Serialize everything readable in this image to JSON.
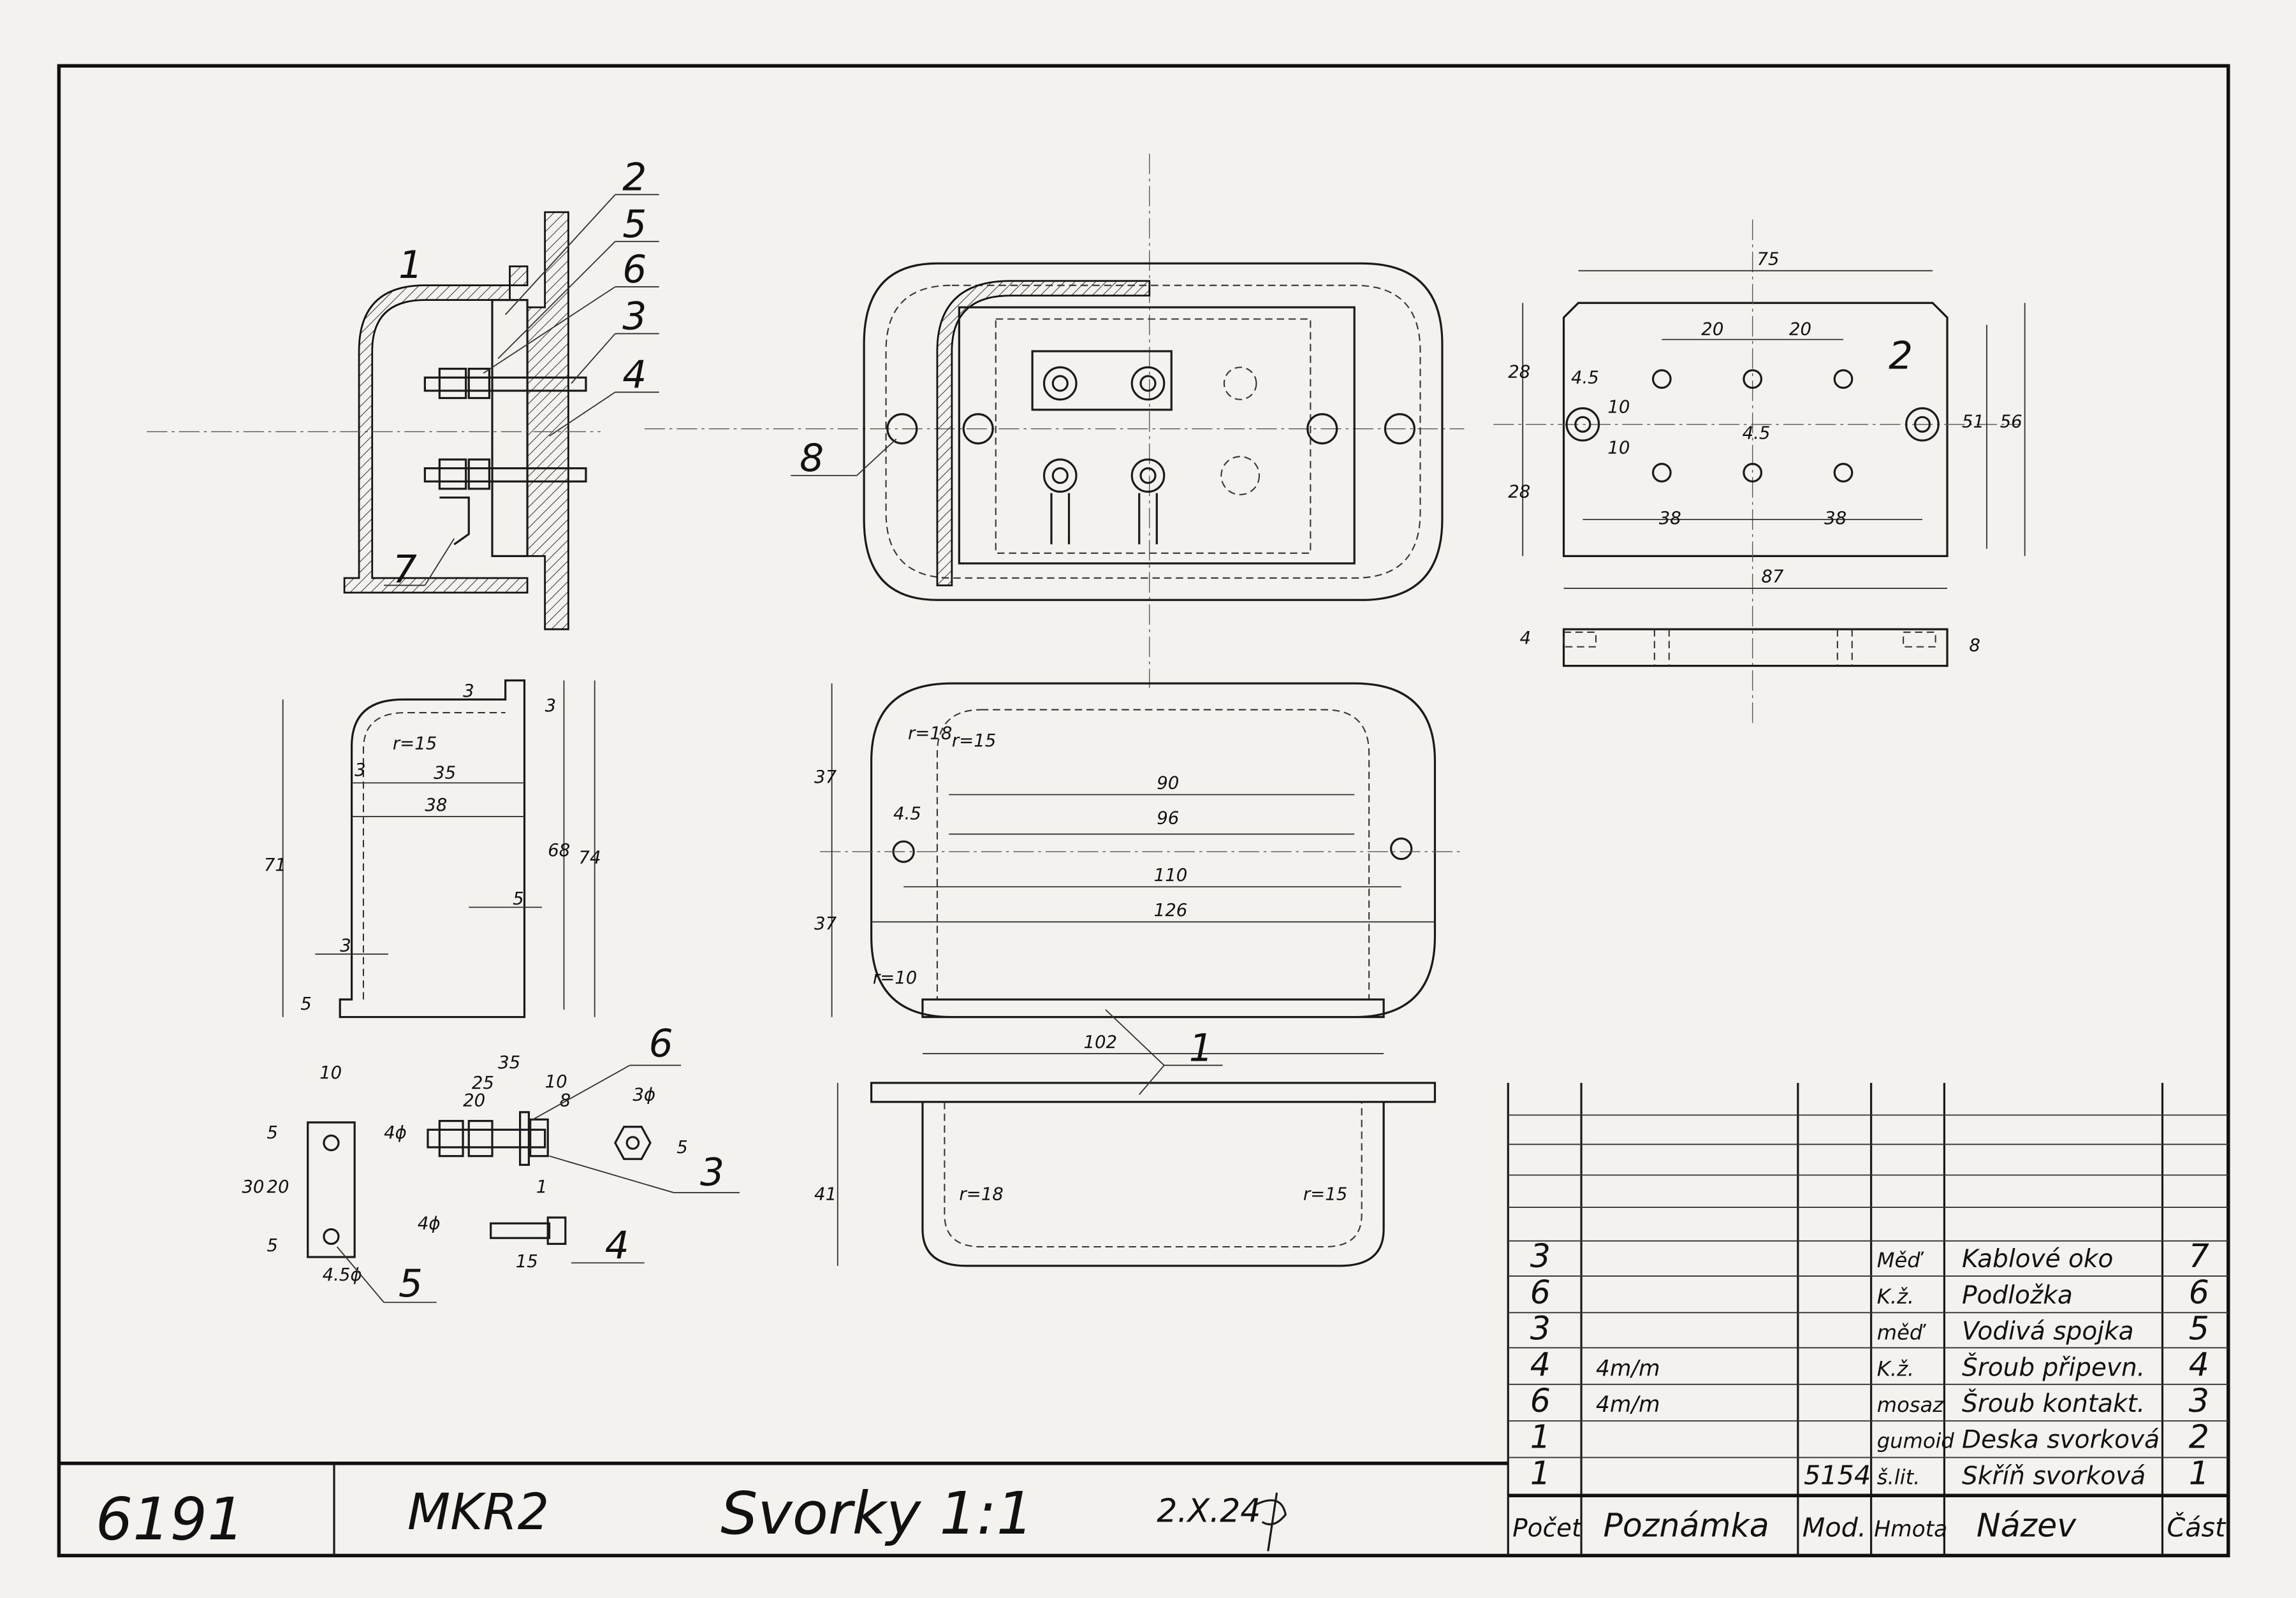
{
  "title_block": {
    "drawing_number": "6191",
    "type_code": "MKR2",
    "title": "Svorky 1:1",
    "date": "2.X.24"
  },
  "parts_list": {
    "headers": [
      "Počet",
      "Poznámka",
      "Mod.",
      "Hmota",
      "Název",
      "Část"
    ],
    "rows": [
      {
        "count": "3",
        "note": "",
        "model": "",
        "material": "Měď",
        "name": "Kablové oko",
        "part": "7"
      },
      {
        "count": "6",
        "note": "",
        "model": "",
        "material": "K.ž.",
        "name": "Podložka",
        "part": "6"
      },
      {
        "count": "3",
        "note": "",
        "model": "",
        "material": "měď",
        "name": "Vodivá spojka",
        "part": "5"
      },
      {
        "count": "4",
        "note": "4m/m",
        "model": "",
        "material": "K.ž.",
        "name": "Šroub připevn.",
        "part": "4"
      },
      {
        "count": "6",
        "note": "4m/m",
        "model": "",
        "material": "mosaz",
        "name": "Šroub kontakt.",
        "part": "3"
      },
      {
        "count": "1",
        "note": "",
        "model": "",
        "material": "gumoid",
        "name": "Deska svorková",
        "part": "2"
      },
      {
        "count": "1",
        "note": "",
        "model": "5154",
        "material": "š.lit.",
        "name": "Skříň svorková",
        "part": "1"
      }
    ]
  },
  "callouts": {
    "section": [
      "1",
      "2",
      "5",
      "6",
      "3",
      "4",
      "7"
    ],
    "top_view": "8",
    "board": "2",
    "front": "1",
    "parts": [
      "6",
      "3",
      "4",
      "5"
    ]
  },
  "dimensions": {
    "board": [
      "75",
      "20",
      "20",
      "28",
      "28",
      "4.5",
      "10",
      "10",
      "4.5",
      "38",
      "38",
      "51",
      "56",
      "87",
      "4",
      "8"
    ],
    "side": [
      "3",
      "3",
      "r=15",
      "3",
      "35",
      "38",
      "71",
      "68",
      "74",
      "5",
      "3",
      "5"
    ],
    "front": [
      "r=18",
      "r=15",
      "37",
      "37",
      "4.5",
      "90",
      "96",
      "110",
      "126",
      "r=10",
      "102",
      "41",
      "r=18",
      "r=15"
    ],
    "parts": [
      "10",
      "5",
      "30",
      "20",
      "5",
      "4.5ϕ",
      "35",
      "25",
      "20",
      "10",
      "8",
      "3ϕ",
      "4ϕ",
      "1",
      "4ϕ",
      "15",
      "5"
    ]
  }
}
